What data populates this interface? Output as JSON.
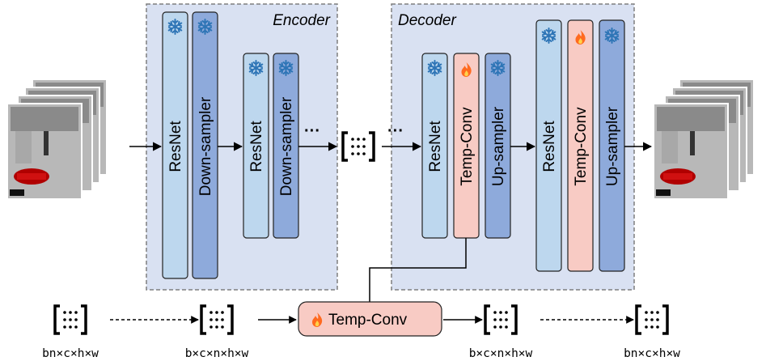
{
  "encoder": {
    "title": "Encoder",
    "stage1": {
      "resnet": "ResNet",
      "sampler": "Down-sampler"
    },
    "stage2": {
      "resnet": "ResNet",
      "sampler": "Down-sampler"
    }
  },
  "decoder": {
    "title": "Decoder",
    "stage1": {
      "resnet": "ResNet",
      "tempconv": "Temp-Conv",
      "sampler": "Up-sampler"
    },
    "stage2": {
      "resnet": "ResNet",
      "tempconv": "Temp-Conv",
      "sampler": "Up-sampler"
    }
  },
  "ellipsis": "···",
  "bottom": {
    "temp_conv_label": "Temp-Conv",
    "dims": [
      "bn×c×h×w",
      "b×c×n×h×w",
      "b×c×n×h×w",
      "bn×c×h×w"
    ]
  },
  "colors": {
    "panel_bg": "#d9e1f2",
    "panel_border": "#7f7f7f",
    "resnet_fill": "#bdd7ee",
    "sampler_fill": "#8eaadb",
    "tempconv_fill": "#f8cbc4",
    "frozen_icon": "#2e75b6",
    "trainable_icon": "#ff5a1f"
  },
  "icons": {
    "frozen": "snowflake-icon",
    "trainable": "flame-icon"
  }
}
